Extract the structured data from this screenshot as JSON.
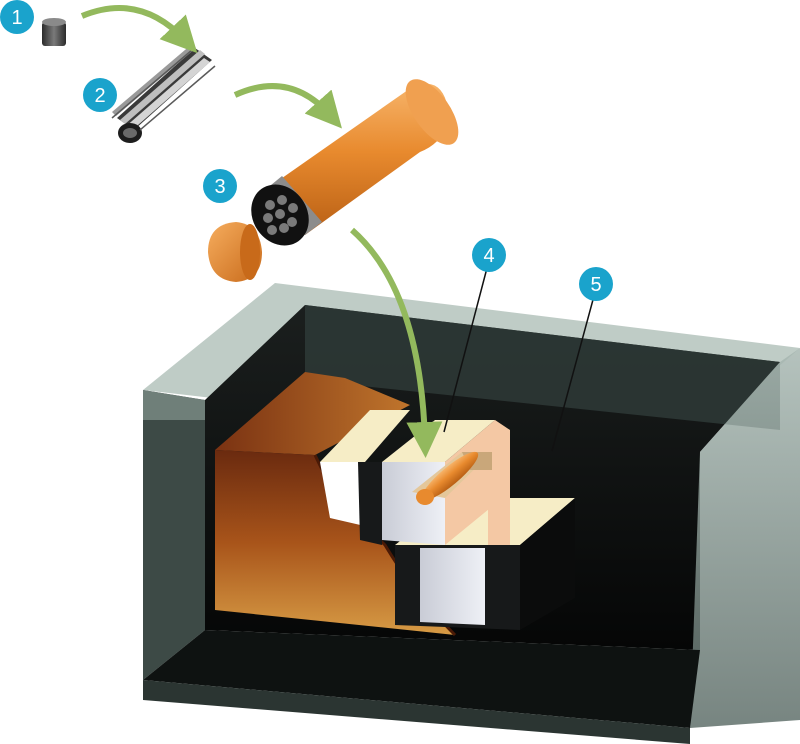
{
  "labels": [
    {
      "id": "1",
      "text": "1"
    },
    {
      "id": "2",
      "text": "2"
    },
    {
      "id": "3",
      "text": "3"
    },
    {
      "id": "4",
      "text": "4"
    },
    {
      "id": "5",
      "text": "5"
    }
  ],
  "colors": {
    "badge": "#1aa3cc",
    "arrow": "#93b95d",
    "canister": "#e88a2e",
    "bedrock": "#8a3e12",
    "buffer": "#f6edc6",
    "concrete": "#2f3b38"
  },
  "icons": [
    "fuel-pellet",
    "fuel-assembly",
    "copper-canister",
    "canister-lid",
    "buffer-block",
    "rock-repository"
  ]
}
